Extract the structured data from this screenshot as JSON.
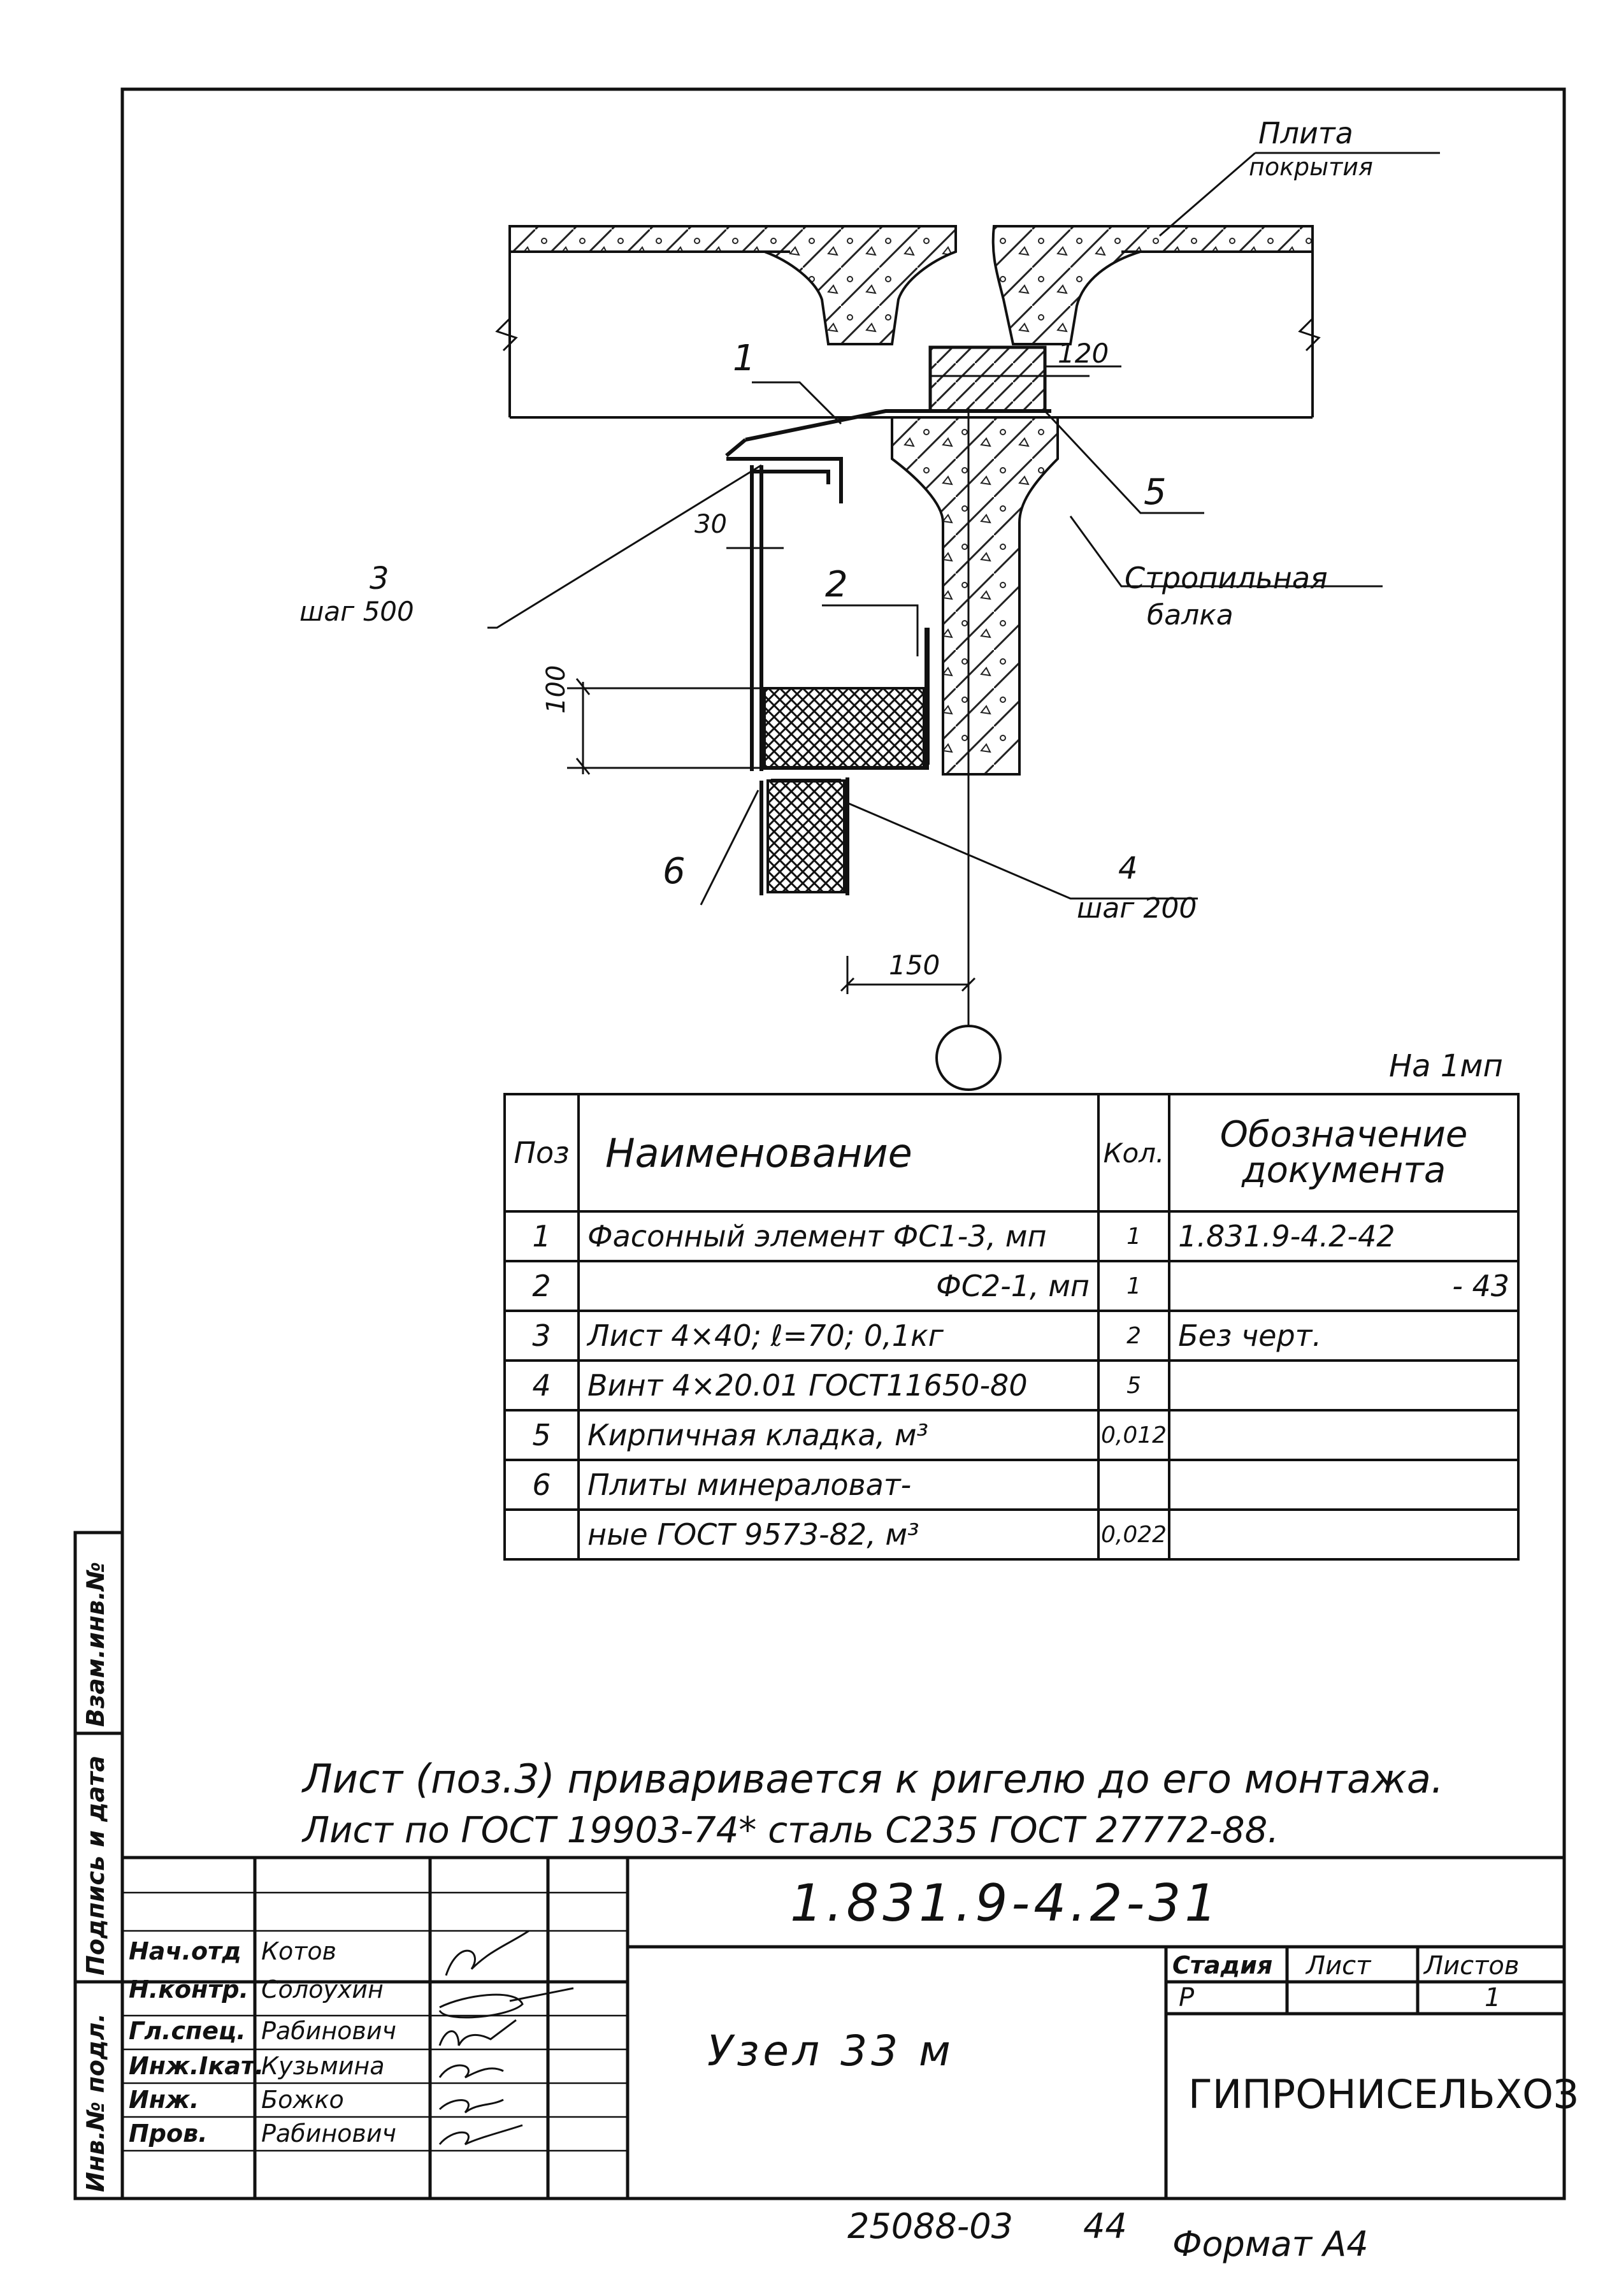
{
  "labels": {
    "plita_l1": "Плита",
    "plita_l2": "покрытия",
    "dim_120": "120",
    "pos1": "1",
    "pos5": "5",
    "pos3_l1": "3",
    "pos3_l2": "шаг 500",
    "dim_30": "30",
    "pos2": "2",
    "beam_l1": "Стропильная",
    "beam_l2": "балка",
    "dim_100": "100",
    "pos6": "6",
    "pos4_l1": "4",
    "pos4_l2": "шаг 200",
    "dim_150": "150"
  },
  "table": {
    "unit_note": "На 1мп",
    "headers": {
      "pos": "Поз",
      "name": "Наименование",
      "qty": "Кол.",
      "doc": "Обозначение документа"
    },
    "rows": [
      {
        "pos": "1",
        "name": "Фасонный элемент ФС1-3, мп",
        "qty": "1",
        "doc": "1.831.9-4.2-42"
      },
      {
        "pos": "2",
        "name": "ФС2-1, мп",
        "qty": "1",
        "doc": "- 43"
      },
      {
        "pos": "3",
        "name": "Лист 4×40; ℓ=70; 0,1кг",
        "qty": "2",
        "doc": "Без черт."
      },
      {
        "pos": "4",
        "name": "Винт 4×20.01 ГОСТ11650-80",
        "qty": "5",
        "doc": ""
      },
      {
        "pos": "5",
        "name": "Кирпичная кладка, м³",
        "qty": "0,012",
        "doc": ""
      },
      {
        "pos": "6",
        "name": "Плиты минераловат-",
        "qty": "",
        "doc": ""
      },
      {
        "pos": "",
        "name": "ные ГОСТ 9573-82, м³",
        "qty": "0,022",
        "doc": ""
      }
    ]
  },
  "notes": {
    "line1": "Лист (поз.3) привариваетcя к ригелю до его монтажа.",
    "line2": "Лист по ГОСТ 19903-74* сталь С235 ГОСТ 27772-88."
  },
  "side_stamp": {
    "vzam": "Взам.инв.№",
    "podpis": "Подпись и дата",
    "inv": "Инв.№ подл."
  },
  "title_block": {
    "code": "1.831.9-4.2-31",
    "name": "Узел 33 м",
    "stage_label": "Стадия",
    "sheet_label": "Лист",
    "sheets_label": "Листов",
    "stage": "Р",
    "sheet": "",
    "sheets": "1",
    "org": "ГИПРОНИСЕЛЬХОЗ",
    "people": [
      {
        "role": "Нач.отд",
        "name": "Котов"
      },
      {
        "role": "Н.контр.",
        "name": "Солоухин"
      },
      {
        "role": "Гл.спец.",
        "name": "Рабинович"
      },
      {
        "role": "Инж.Iкат.",
        "name": "Кузьмина"
      },
      {
        "role": "Инж.",
        "name": "Божко"
      },
      {
        "role": "Пров.",
        "name": "Рабинович"
      }
    ]
  },
  "footer": {
    "number": "25088-03",
    "page": "44",
    "format": "Формат А4"
  }
}
